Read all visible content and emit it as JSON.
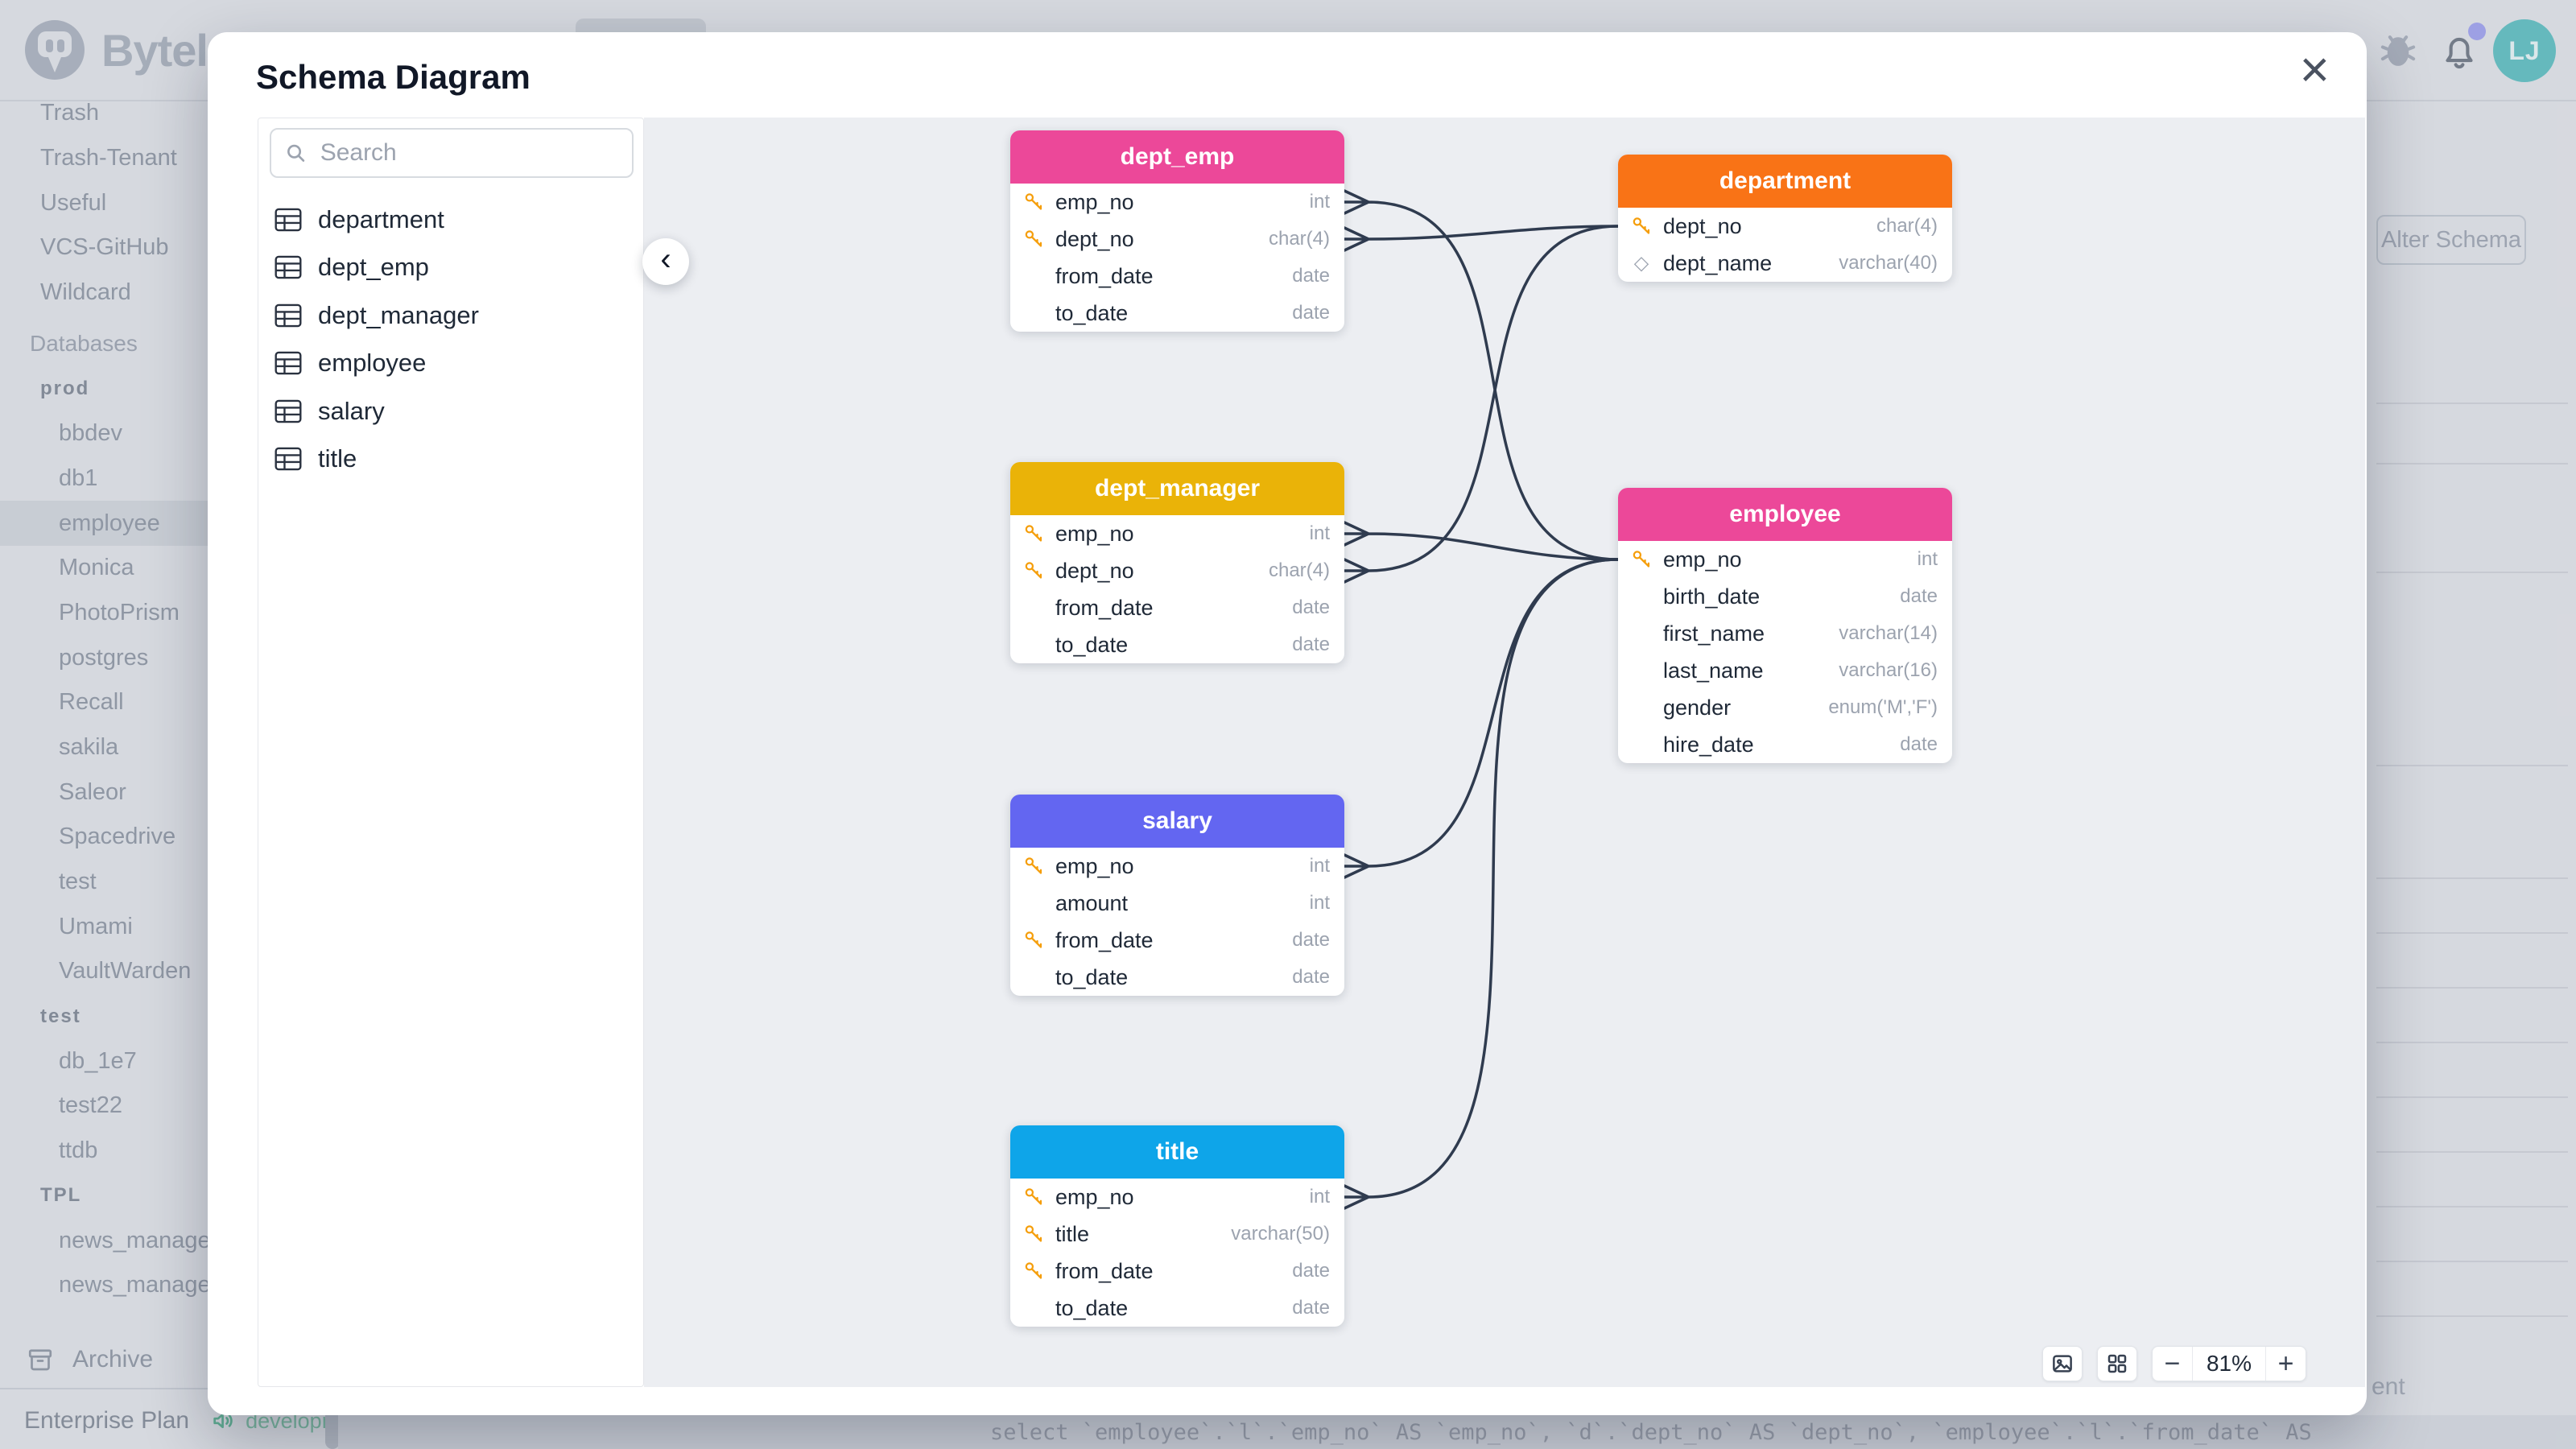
{
  "app": {
    "brand": "Bytel",
    "avatar_initials": "LJ",
    "plan": "Enterprise Plan",
    "environment": "development"
  },
  "sidebar": {
    "projects": [
      "Trash",
      "Trash-Tenant",
      "Useful",
      "VCS-GitHub",
      "Wildcard"
    ],
    "databases_label": "Databases",
    "groups": [
      {
        "label": "prod",
        "selected": "employee",
        "items": [
          "bbdev",
          "db1",
          "employee",
          "Monica",
          "PhotoPrism",
          "postgres",
          "Recall",
          "sakila",
          "Saleor",
          "Spacedrive",
          "test",
          "Umami",
          "VaultWarden"
        ]
      },
      {
        "label": "test",
        "selected": "",
        "items": [
          "db_1e7",
          "test22",
          "ttdb"
        ]
      },
      {
        "label": "TPL",
        "selected": "",
        "items": [
          "news_manage",
          "news_manage"
        ]
      }
    ],
    "archive_label": "Archive"
  },
  "background": {
    "alter_schema_label": "Alter Schema",
    "sql_text": "select `employee`.`l`.`emp_no` AS `emp_no`, `d`.`dept_no` AS `dept_no`, `employee`.`l`.`from_date` AS",
    "text_fragment": "ent"
  },
  "modal": {
    "title": "Schema Diagram",
    "search_placeholder": "Search",
    "table_list": [
      "department",
      "dept_emp",
      "dept_manager",
      "employee",
      "salary",
      "title"
    ],
    "close_icon": "×",
    "collapse_icon": "‹",
    "controls": {
      "zoom_out": "−",
      "zoom_level": "81%",
      "zoom_in": "+"
    }
  },
  "diagram": {
    "tables": [
      {
        "name": "dept_emp",
        "color": "#EC4899",
        "fields": [
          {
            "icon": "key",
            "name": "emp_no",
            "type": "int"
          },
          {
            "icon": "key",
            "name": "dept_no",
            "type": "char(4)"
          },
          {
            "icon": null,
            "name": "from_date",
            "type": "date"
          },
          {
            "icon": null,
            "name": "to_date",
            "type": "date"
          }
        ]
      },
      {
        "name": "department",
        "color": "#F97316",
        "fields": [
          {
            "icon": "key",
            "name": "dept_no",
            "type": "char(4)"
          },
          {
            "icon": "diamond",
            "name": "dept_name",
            "type": "varchar(40)"
          }
        ]
      },
      {
        "name": "dept_manager",
        "color": "#EAB308",
        "fields": [
          {
            "icon": "key",
            "name": "emp_no",
            "type": "int"
          },
          {
            "icon": "key",
            "name": "dept_no",
            "type": "char(4)"
          },
          {
            "icon": null,
            "name": "from_date",
            "type": "date"
          },
          {
            "icon": null,
            "name": "to_date",
            "type": "date"
          }
        ]
      },
      {
        "name": "employee",
        "color": "#EC4899",
        "fields": [
          {
            "icon": "key",
            "name": "emp_no",
            "type": "int"
          },
          {
            "icon": null,
            "name": "birth_date",
            "type": "date"
          },
          {
            "icon": null,
            "name": "first_name",
            "type": "varchar(14)"
          },
          {
            "icon": null,
            "name": "last_name",
            "type": "varchar(16)"
          },
          {
            "icon": null,
            "name": "gender",
            "type": "enum('M','F')"
          },
          {
            "icon": null,
            "name": "hire_date",
            "type": "date"
          }
        ]
      },
      {
        "name": "salary",
        "color": "#6366F1",
        "fields": [
          {
            "icon": "key",
            "name": "emp_no",
            "type": "int"
          },
          {
            "icon": null,
            "name": "amount",
            "type": "int"
          },
          {
            "icon": "key",
            "name": "from_date",
            "type": "date"
          },
          {
            "icon": null,
            "name": "to_date",
            "type": "date"
          }
        ]
      },
      {
        "name": "title",
        "color": "#0EA5E9",
        "fields": [
          {
            "icon": "key",
            "name": "emp_no",
            "type": "int"
          },
          {
            "icon": "key",
            "name": "title",
            "type": "varchar(50)"
          },
          {
            "icon": "key",
            "name": "from_date",
            "type": "date"
          },
          {
            "icon": null,
            "name": "to_date",
            "type": "date"
          }
        ]
      }
    ],
    "edges": [
      {
        "from": "dept_emp.emp_no",
        "to": "employee.emp_no"
      },
      {
        "from": "dept_emp.dept_no",
        "to": "department.dept_no"
      },
      {
        "from": "dept_manager.emp_no",
        "to": "employee.emp_no"
      },
      {
        "from": "dept_manager.dept_no",
        "to": "department.dept_no"
      },
      {
        "from": "salary.emp_no",
        "to": "employee.emp_no"
      },
      {
        "from": "title.emp_no",
        "to": "employee.emp_no"
      }
    ]
  }
}
